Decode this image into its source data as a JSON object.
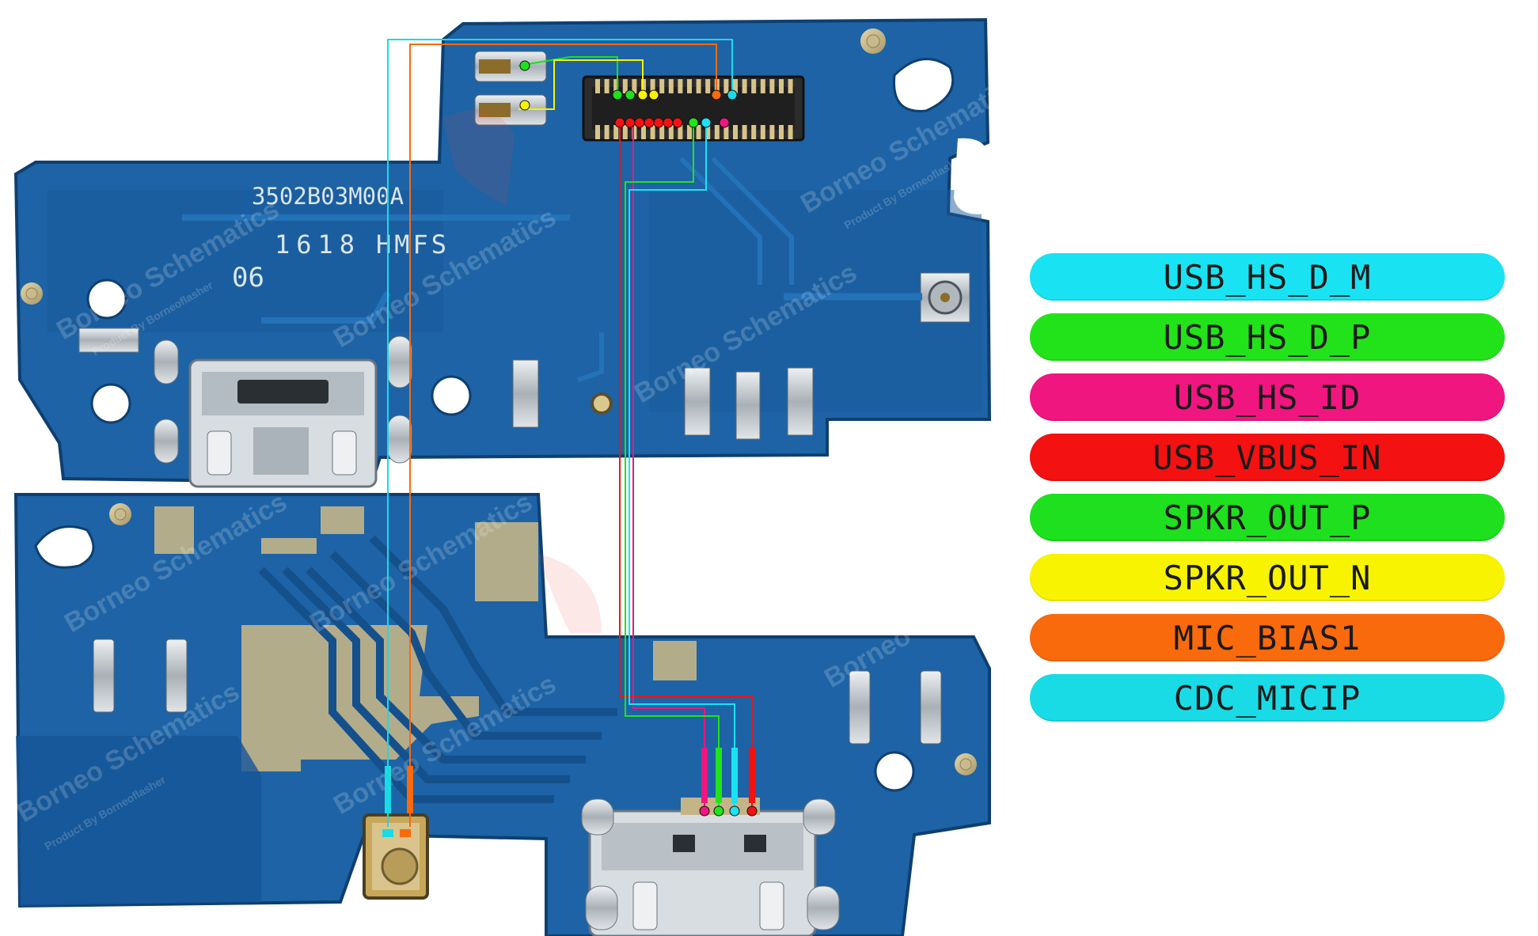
{
  "board": {
    "part_number": "3502B03M00A",
    "date_code": "1618",
    "maker": "HMFS",
    "revision": "06",
    "watermark_brand": "Borneo Schematics",
    "watermark_sub": "Product By Borneoflasher"
  },
  "legend": [
    {
      "label": "USB_HS_D_M",
      "color": "#19e3f2"
    },
    {
      "label": "USB_HS_D_P",
      "color": "#22e31a"
    },
    {
      "label": "USB_HS_ID",
      "color": "#f0167f"
    },
    {
      "label": "USB_VBUS_IN",
      "color": "#f31111"
    },
    {
      "label": "SPKR_OUT_P",
      "color": "#1ee01e"
    },
    {
      "label": "SPKR_OUT_N",
      "color": "#f8f300"
    },
    {
      "label": "MIC_BIAS1",
      "color": "#f86a0c"
    },
    {
      "label": "CDC_MICIP",
      "color": "#19dbe6"
    }
  ],
  "colors": {
    "pcb": "#1d63a6",
    "pcb_dark": "#14508c",
    "pcb_edge": "#0e3f70",
    "gold": "#c9ba8e",
    "silver": "#c9cfd4"
  }
}
